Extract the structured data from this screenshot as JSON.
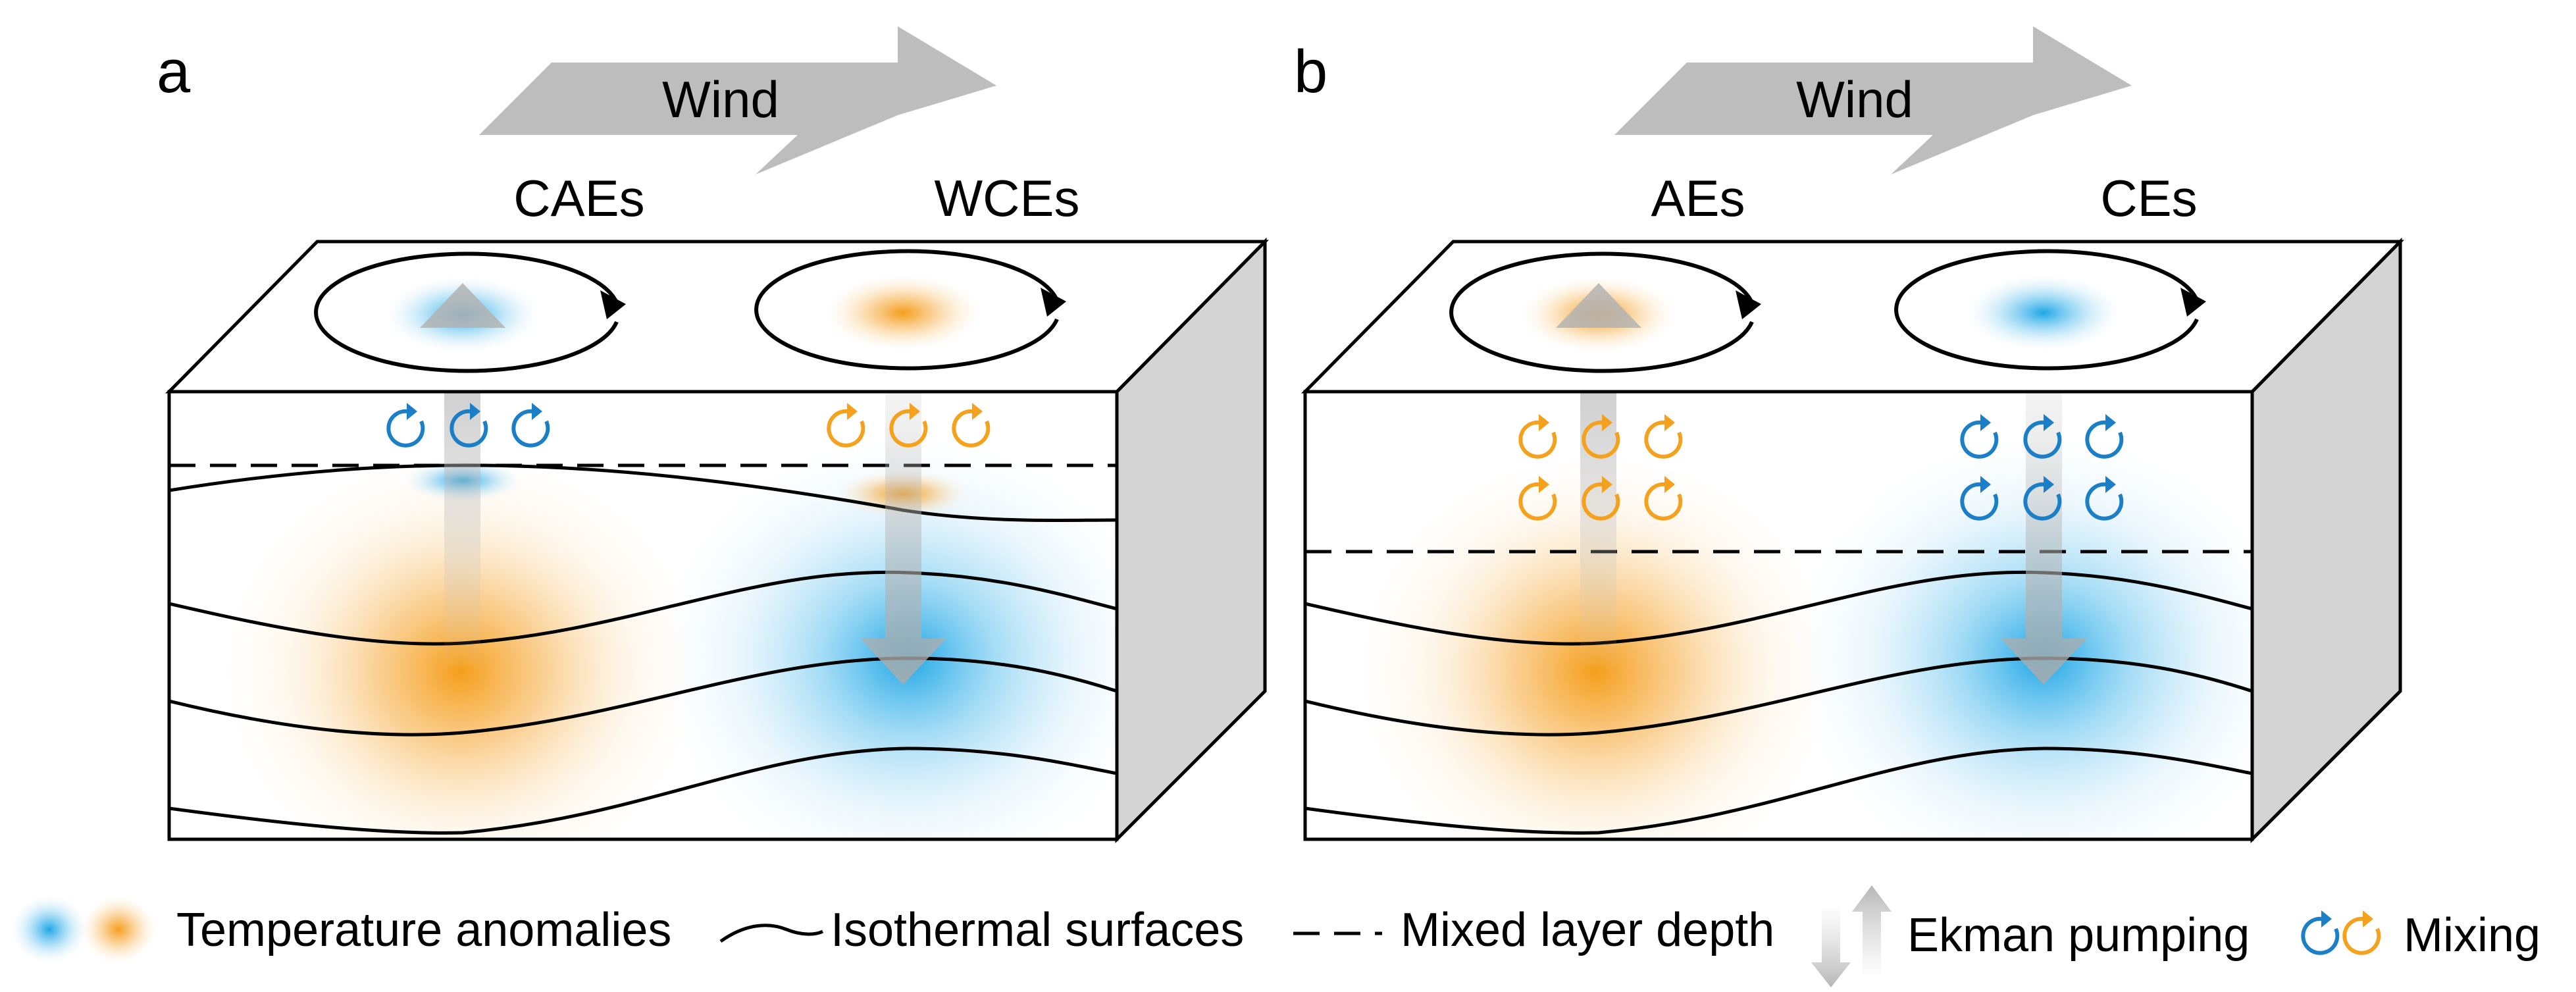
{
  "colors": {
    "warm": "#f59e1a",
    "cold": "#1ea6e6",
    "mixing_blue": "#1a7fc6",
    "mixing_orange": "#f4a11d",
    "arrow_gray": "#bdbdbd",
    "side_face": "#d4d4d4"
  },
  "panels": [
    {
      "letter": "a",
      "wind_label": "Wind",
      "left_eddy": "CAEs",
      "right_eddy": "WCEs",
      "left_surface": "cold",
      "right_surface": "warm",
      "left_subsurface": "warm",
      "right_subsurface": "cold",
      "left_pumping": "up",
      "right_pumping": "down",
      "left_mixing": "blue",
      "right_mixing": "orange",
      "mixing_rows": 1
    },
    {
      "letter": "b",
      "wind_label": "Wind",
      "left_eddy": "AEs",
      "right_eddy": "CEs",
      "left_surface": "warm",
      "right_surface": "cold",
      "left_subsurface": "warm",
      "right_subsurface": "cold",
      "left_pumping": "up",
      "right_pumping": "down",
      "left_mixing": "orange",
      "right_mixing": "blue",
      "mixing_rows": 2
    }
  ],
  "legend": {
    "temperature_anomalies": "Temperature anomalies",
    "isothermal_surfaces": "Isothermal surfaces",
    "mixed_layer_depth": "Mixed layer depth",
    "ekman_pumping": "Ekman pumping",
    "mixing": "Mixing"
  }
}
